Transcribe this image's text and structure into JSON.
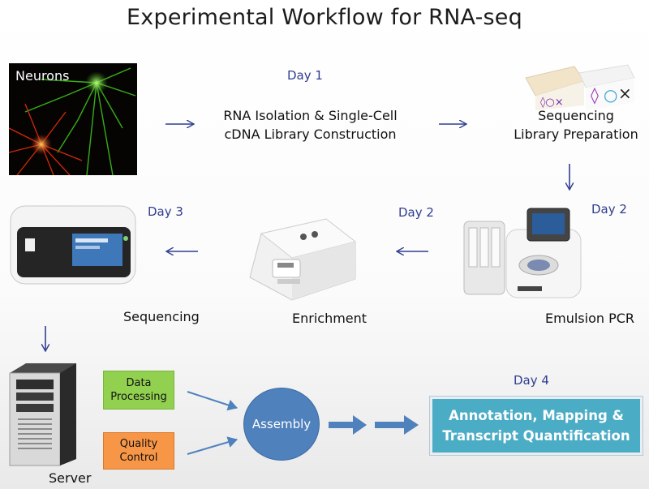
{
  "title": "Experimental Workflow for RNA-seq",
  "neurons": {
    "label": "Neurons"
  },
  "steps": {
    "rna_isolation": {
      "day": "Day 1",
      "line1": "RNA Isolation & Single-Cell",
      "line2": "cDNA Library Construction"
    },
    "library_prep": {
      "line1": "Sequencing",
      "line2": "Library Preparation"
    },
    "emulsion_pcr": {
      "day": "Day 2",
      "label": "Emulsion PCR"
    },
    "enrichment": {
      "day": "Day 2",
      "label": "Enrichment"
    },
    "sequencing": {
      "day": "Day 3",
      "label": "Sequencing"
    },
    "server": {
      "label": "Server"
    },
    "data_processing": {
      "line1": "Data",
      "line2": "Processing"
    },
    "quality_control": {
      "line1": "Quality",
      "line2": "Control"
    },
    "assembly": {
      "label": "Assembly"
    },
    "annotation": {
      "day": "Day 4",
      "line1": "Annotation, Mapping &",
      "line2": "Transcript Quantification"
    }
  },
  "colors": {
    "arrow": "#2f3e8f",
    "day_text": "#2f3e8f",
    "data_box": "#92d050",
    "qc_box": "#f79646",
    "assembly_circle": "#4f81bd",
    "annotation_box": "#4bacc6",
    "thick_arrow": "#4f81bd"
  }
}
